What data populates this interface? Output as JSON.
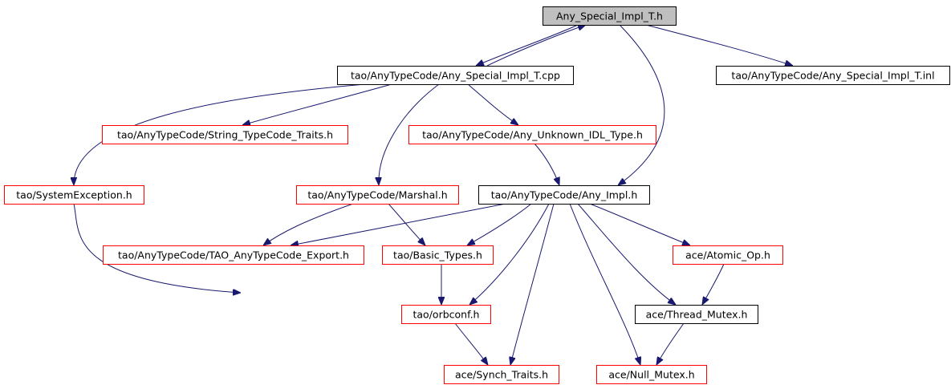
{
  "diagram": {
    "type": "include-dependency-graph",
    "colors": {
      "edge": "#191970",
      "root_fill": "#bfbfbf",
      "border_plain": "#000000",
      "border_truncated": "#ff0000"
    },
    "nodes": [
      {
        "id": "n0",
        "label": "Any_Special_Impl_T.h",
        "kind": "root"
      },
      {
        "id": "n1",
        "label": "tao/AnyTypeCode/Any_Special_Impl_T.cpp",
        "kind": "plain"
      },
      {
        "id": "n2",
        "label": "tao/AnyTypeCode/Any_Special_Impl_T.inl",
        "kind": "plain"
      },
      {
        "id": "n3",
        "label": "tao/AnyTypeCode/String_TypeCode_Traits.h",
        "kind": "truncated"
      },
      {
        "id": "n4",
        "label": "tao/AnyTypeCode/Any_Unknown_IDL_Type.h",
        "kind": "truncated"
      },
      {
        "id": "n5",
        "label": "tao/SystemException.h",
        "kind": "truncated"
      },
      {
        "id": "n6",
        "label": "tao/AnyTypeCode/Marshal.h",
        "kind": "truncated"
      },
      {
        "id": "n7",
        "label": "tao/AnyTypeCode/Any_Impl.h",
        "kind": "plain"
      },
      {
        "id": "n8",
        "label": "tao/AnyTypeCode/TAO_AnyTypeCode_Export.h",
        "kind": "truncated"
      },
      {
        "id": "n9",
        "label": "tao/Basic_Types.h",
        "kind": "truncated"
      },
      {
        "id": "n10",
        "label": "ace/Atomic_Op.h",
        "kind": "truncated"
      },
      {
        "id": "n11",
        "label": "tao/orbconf.h",
        "kind": "truncated"
      },
      {
        "id": "n12",
        "label": "ace/Thread_Mutex.h",
        "kind": "plain"
      },
      {
        "id": "n13",
        "label": "ace/Synch_Traits.h",
        "kind": "truncated"
      },
      {
        "id": "n14",
        "label": "ace/Null_Mutex.h",
        "kind": "truncated"
      }
    ],
    "edges": [
      {
        "from": "n0",
        "to": "n1"
      },
      {
        "from": "n1",
        "to": "n0"
      },
      {
        "from": "n0",
        "to": "n2"
      },
      {
        "from": "n0",
        "to": "n7"
      },
      {
        "from": "n1",
        "to": "n5"
      },
      {
        "from": "n1",
        "to": "n3"
      },
      {
        "from": "n1",
        "to": "n6"
      },
      {
        "from": "n1",
        "to": "n4"
      },
      {
        "from": "n4",
        "to": "n7"
      },
      {
        "from": "n5",
        "to": "n11"
      },
      {
        "from": "n6",
        "to": "n8"
      },
      {
        "from": "n6",
        "to": "n9"
      },
      {
        "from": "n7",
        "to": "n8"
      },
      {
        "from": "n7",
        "to": "n9"
      },
      {
        "from": "n7",
        "to": "n10"
      },
      {
        "from": "n7",
        "to": "n11"
      },
      {
        "from": "n7",
        "to": "n13"
      },
      {
        "from": "n7",
        "to": "n14"
      },
      {
        "from": "n7",
        "to": "n12"
      },
      {
        "from": "n9",
        "to": "n11"
      },
      {
        "from": "n10",
        "to": "n12"
      },
      {
        "from": "n11",
        "to": "n13"
      },
      {
        "from": "n12",
        "to": "n14"
      }
    ]
  }
}
